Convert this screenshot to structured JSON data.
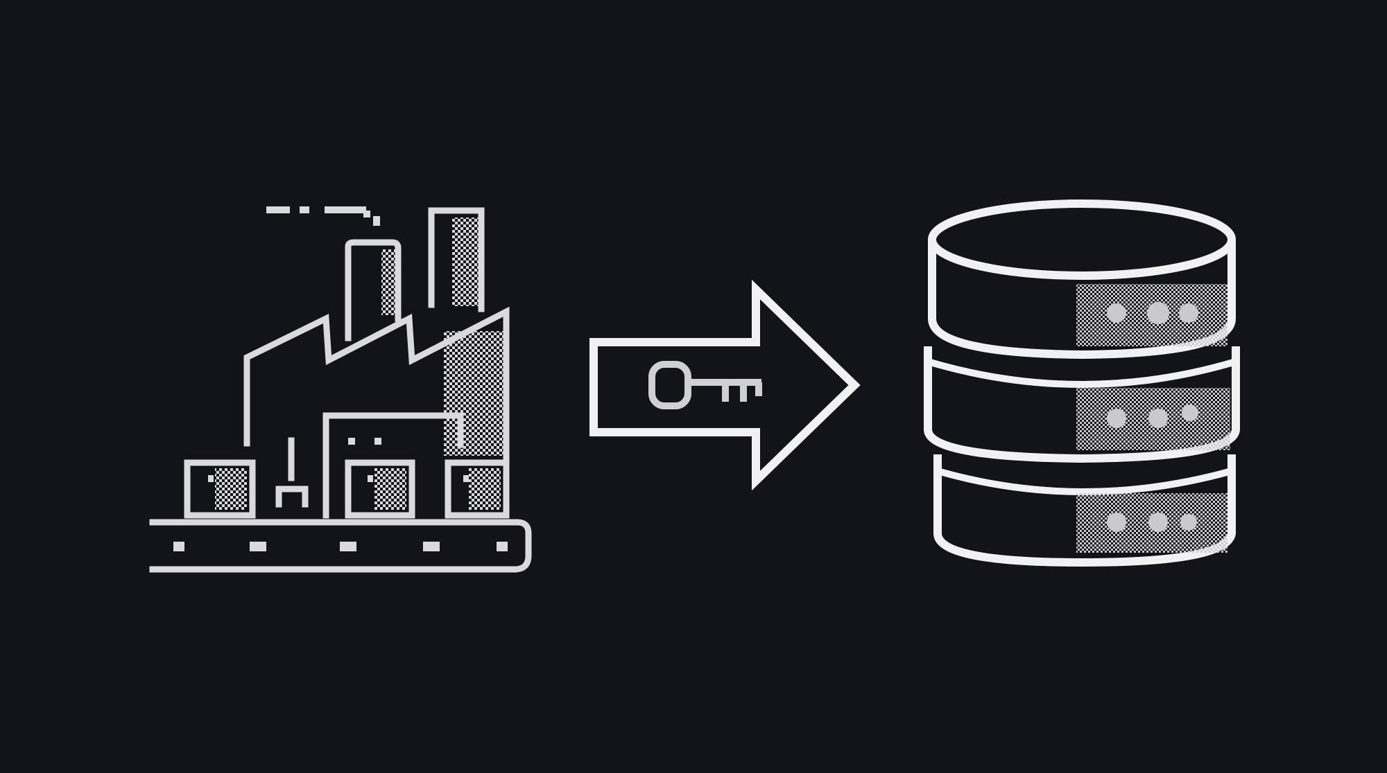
{
  "diagram": {
    "background": "#131419",
    "ink_color": "#f1f1f3",
    "ink_soft": "#d8d8dc",
    "nodes": [
      {
        "id": "factory",
        "icon": "factory-icon"
      },
      {
        "id": "key-arrow",
        "icon": "arrow-right-icon",
        "contains_icon": "key-icon"
      },
      {
        "id": "database",
        "icon": "database-icon",
        "disk_count": 3
      }
    ],
    "edges": [
      {
        "from": "factory",
        "to": "database",
        "via": "key-arrow"
      }
    ]
  }
}
